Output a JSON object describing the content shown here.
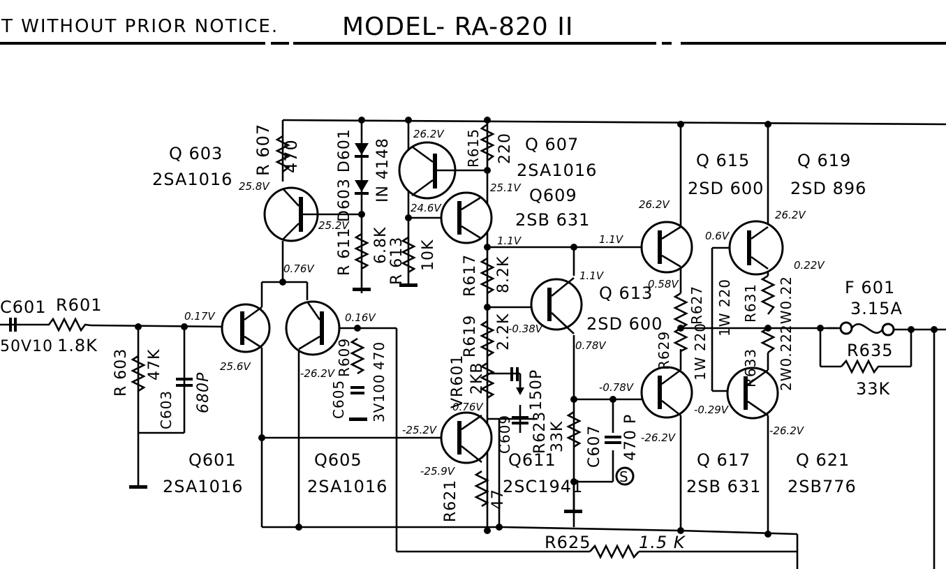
{
  "header": {
    "notice": "T WITHOUT PRIOR NOTICE.",
    "model": "MODEL- RA-820 II"
  },
  "components": {
    "q603": {
      "ref": "Q 603",
      "part": "2SA1016"
    },
    "q607": {
      "ref": "Q 607",
      "part": "2SA1016"
    },
    "q609": {
      "ref": "Q609",
      "part": "2SB 631"
    },
    "q615": {
      "ref": "Q 615",
      "part": "2SD 600"
    },
    "q619": {
      "ref": "Q 619",
      "part": "2SD 896"
    },
    "q613": {
      "ref": "Q 613",
      "part": "2SD 600"
    },
    "q601": {
      "ref": "Q601",
      "part": "2SA1016"
    },
    "q605": {
      "ref": "Q605",
      "part": "2SA1016"
    },
    "q611": {
      "ref": "Q611",
      "part": "2SC1941"
    },
    "q617": {
      "ref": "Q 617",
      "part": "2SB 631"
    },
    "q621": {
      "ref": "Q 621",
      "part": "2SB776"
    },
    "r607": {
      "ref": "R 607",
      "value": "470"
    },
    "d603": {
      "ref": "D603 D601",
      "value": "IN 4148"
    },
    "r615": {
      "ref": "R615",
      "value": "220"
    },
    "r611": {
      "ref": "R 611",
      "value": "6.8K"
    },
    "r613": {
      "ref": "R 613",
      "value": "10K"
    },
    "r617": {
      "ref": "R617",
      "value": "8.2K"
    },
    "r619": {
      "ref": "R619",
      "value": "2.2K"
    },
    "vr601": {
      "ref": "VR601",
      "value": "2KB"
    },
    "c609": {
      "ref": "C609",
      "value": "150P"
    },
    "r623": {
      "ref": "R623",
      "value": "33K"
    },
    "c607": {
      "ref": "C607",
      "value": "470 P"
    },
    "r621": {
      "ref": "R621",
      "value": "47"
    },
    "r627": {
      "ref": "R627",
      "value": "1W 220"
    },
    "r629": {
      "ref": "R629",
      "value": "1W 220"
    },
    "r631": {
      "ref": "R631",
      "value": "2W0.22"
    },
    "r633": {
      "ref": "R633",
      "value": "2W0.22"
    },
    "f601": {
      "ref": "F 601",
      "value": "3.15A"
    },
    "r635": {
      "ref": "R635",
      "value": "33K"
    },
    "r625": {
      "ref": "R625",
      "value": "1.5 K"
    },
    "c601": {
      "ref": "C601",
      "value": "50V10"
    },
    "r601": {
      "ref": "R601",
      "value": "1.8K"
    },
    "r603": {
      "ref": "R 603",
      "value": "47K"
    },
    "c603": {
      "ref": "C603",
      "value": "680P"
    },
    "c605": {
      "ref": "C605",
      "value": "3V100"
    },
    "r609": {
      "ref": "R609",
      "value": "470"
    },
    "safety_mark": "S"
  },
  "voltages": {
    "v1": "26.2V",
    "v2": "25.8V",
    "v3": "25.2V",
    "v4": "25.1V",
    "v5": "24.6V",
    "v6": "1.1V",
    "v7": "1.1V",
    "v8": "26.2V",
    "v9": "26.2V",
    "v10": "0.6V",
    "v11": "0.22V",
    "v12": "0.58V",
    "v13": "1.1V",
    "v14": "0.76V",
    "v15": "0.17V",
    "v16": "0.16V",
    "v17": "25.6V",
    "v18": "-26.2V",
    "v19": "-0.38V",
    "v20": "0.78V",
    "v21": "0.76V",
    "v22": "-25.2V",
    "v23": "-0.78V",
    "v24": "-25.9V",
    "v25": "-26.2V",
    "v26": "-0.29V",
    "v27": "-26.2V"
  }
}
